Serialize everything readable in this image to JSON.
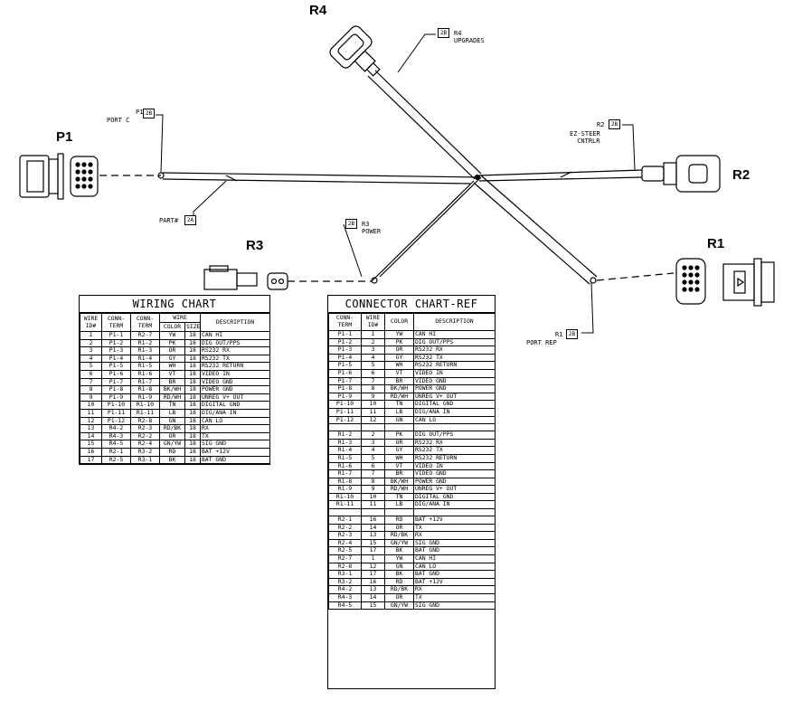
{
  "connectors": {
    "p1": "P1",
    "r1": "R1",
    "r2": "R2",
    "r3": "R3",
    "r4": "R4"
  },
  "callouts": {
    "p1_port": {
      "line1": "P1",
      "line2": "PORT C",
      "tag": "2B"
    },
    "part": {
      "text": "PART#",
      "tag": "2A"
    },
    "r3_power": {
      "line1": "R3",
      "line2": "POWER",
      "tag": "2B"
    },
    "r4_upgrades": {
      "line1": "R4",
      "line2": "UPGRADES",
      "tag": "2B"
    },
    "r2_ezsteer": {
      "line1": "R2",
      "line2": "EZ-STEER",
      "line3": "CNTRLR",
      "tag": "2B"
    },
    "r1_portrep": {
      "line1": "R1",
      "line2": "PORT REP",
      "tag": "2B"
    }
  },
  "wiring_chart": {
    "title": "WIRING CHART",
    "headers": {
      "wire_id": "WIRE ID#",
      "conn_term_a": "CONN- TERM",
      "conn_term_b": "CONN- TERM",
      "wire": "WIRE",
      "color": "COLOR",
      "size": "SIZE",
      "description": "DESCRIPTION"
    },
    "rows": [
      [
        "1",
        "P1-1",
        "R2-7",
        "YW",
        "18",
        "CAN HI"
      ],
      [
        "2",
        "P1-2",
        "R1-2",
        "PK",
        "18",
        "DIG OUT/PPS"
      ],
      [
        "3",
        "P1-3",
        "R1-3",
        "OR",
        "18",
        "RS232 RX"
      ],
      [
        "4",
        "P1-4",
        "R1-4",
        "GY",
        "18",
        "RS232 TX"
      ],
      [
        "5",
        "P1-5",
        "R1-5",
        "WH",
        "18",
        "RS232 RETURN"
      ],
      [
        "6",
        "P1-6",
        "R1-6",
        "VT",
        "18",
        "VIDEO IN"
      ],
      [
        "7",
        "P1-7",
        "R1-7",
        "BR",
        "18",
        "VIDEO GND"
      ],
      [
        "8",
        "P1-8",
        "R1-8",
        "BK/WH",
        "18",
        "POWER GND"
      ],
      [
        "9",
        "P1-9",
        "R1-9",
        "RD/WH",
        "18",
        "UNREG V+ OUT"
      ],
      [
        "10",
        "P1-10",
        "R1-10",
        "TN",
        "18",
        "DIGITAL GND"
      ],
      [
        "11",
        "P1-11",
        "R1-11",
        "LB",
        "18",
        "DIG/ANA IN"
      ],
      [
        "12",
        "P1-12",
        "R2-8",
        "GN",
        "18",
        "CAN LO"
      ],
      [
        "13",
        "R4-2",
        "R2-3",
        "RD/BK",
        "18",
        "RX"
      ],
      [
        "14",
        "R4-3",
        "R2-2",
        "OR",
        "18",
        "TX"
      ],
      [
        "15",
        "R4-5",
        "R2-4",
        "GN/YW",
        "18",
        "SIG GND"
      ],
      [
        "16",
        "R2-1",
        "R3-2",
        "RD",
        "18",
        "BAT +12V"
      ],
      [
        "17",
        "R2-5",
        "R3-1",
        "BK",
        "18",
        "BAT GND"
      ]
    ]
  },
  "connector_chart": {
    "title": "CONNECTOR CHART-REF",
    "headers": {
      "conn_term": "CONN- TERM",
      "wire_id": "WIRE ID#",
      "color": "COLOR",
      "description": "DESCRIPTION"
    },
    "groups": [
      [
        [
          "P1-1",
          "1",
          "YW",
          "CAN HI"
        ],
        [
          "P1-2",
          "2",
          "PK",
          "DIG OUT/PPS"
        ],
        [
          "P1-3",
          "3",
          "OR",
          "RS232 RX"
        ],
        [
          "P1-4",
          "4",
          "GY",
          "RS232 TX"
        ],
        [
          "P1-5",
          "5",
          "WH",
          "RS232 RETURN"
        ],
        [
          "P1-6",
          "6",
          "VT",
          "VIDEO IN"
        ],
        [
          "P1-7",
          "7",
          "BR",
          "VIDEO GND"
        ],
        [
          "P1-8",
          "8",
          "BK/WH",
          "POWER GND"
        ],
        [
          "P1-9",
          "9",
          "RD/WH",
          "UNREG V+ OUT"
        ],
        [
          "P1-10",
          "10",
          "TN",
          "DIGITAL GND"
        ],
        [
          "P1-11",
          "11",
          "LB",
          "DIG/ANA IN"
        ],
        [
          "P1-12",
          "12",
          "GN",
          "CAN LO"
        ]
      ],
      [
        [
          "R1-2",
          "2",
          "PK",
          "DIG OUT/PPS"
        ],
        [
          "R1-3",
          "3",
          "OR",
          "RS232 RX"
        ],
        [
          "R1-4",
          "4",
          "GY",
          "RS232 TX"
        ],
        [
          "R1-5",
          "5",
          "WH",
          "RS232 RETURN"
        ],
        [
          "R1-6",
          "6",
          "VT",
          "VIDEO IN"
        ],
        [
          "R1-7",
          "7",
          "BR",
          "VIDEO GND"
        ],
        [
          "R1-8",
          "8",
          "BK/WH",
          "POWER GND"
        ],
        [
          "R1-9",
          "9",
          "RD/WH",
          "UNREG V+ OUT"
        ],
        [
          "R1-10",
          "10",
          "TN",
          "DIGITAL GND"
        ],
        [
          "R1-11",
          "11",
          "LB",
          "DIG/ANA IN"
        ]
      ],
      [
        [
          "R2-1",
          "16",
          "RD",
          "BAT +12V"
        ],
        [
          "R2-2",
          "14",
          "OR",
          "TX"
        ],
        [
          "R2-3",
          "13",
          "RD/BK",
          "RX"
        ],
        [
          "R2-4",
          "15",
          "GN/YW",
          "SIG GND"
        ],
        [
          "R2-5",
          "17",
          "BK",
          "BAT GND"
        ],
        [
          "R2-7",
          "1",
          "YW",
          "CAN HI"
        ],
        [
          "R2-8",
          "12",
          "GN",
          "CAN LO"
        ],
        [
          "R3-1",
          "17",
          "BK",
          "BAT GND"
        ],
        [
          "R3-2",
          "16",
          "RD",
          "BAT +12V"
        ],
        [
          "R4-2",
          "13",
          "RD/BK",
          "RX"
        ],
        [
          "R4-3",
          "14",
          "OR",
          "TX"
        ],
        [
          "R4-5",
          "15",
          "GN/YW",
          "SIG GND"
        ]
      ]
    ]
  }
}
